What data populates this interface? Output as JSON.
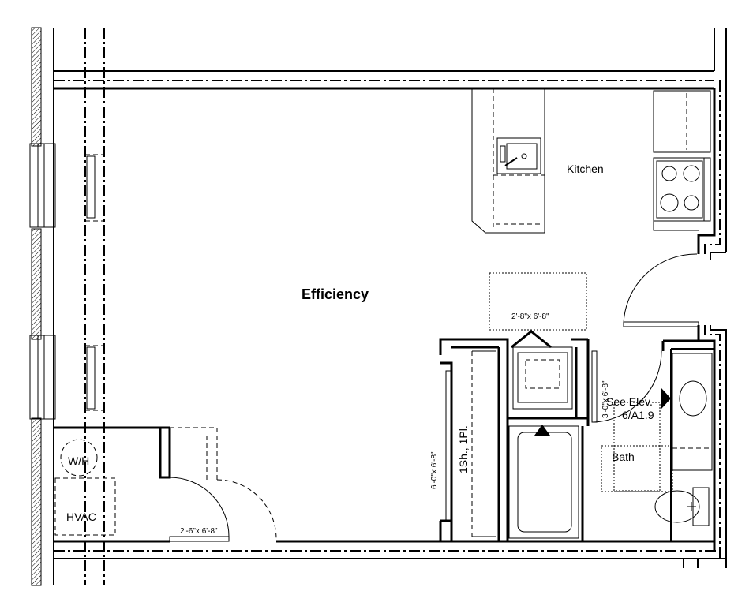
{
  "rooms": {
    "efficiency": "Efficiency",
    "kitchen": "Kitchen",
    "bath": "Bath"
  },
  "labels": {
    "water_heater": "W/H",
    "hvac": "HVAC",
    "see_elev_line1": "See Elev.",
    "see_elev_line2": "6/A1.9",
    "shelf": "1Sh., 1Pl."
  },
  "dimensions": {
    "closet_door": "2'-8\"x 6'-8\"",
    "entry_door": "2'-6\"x 6'-8\"",
    "bath_door": "3'-0\"x 6'-8\"",
    "closet_opening": "6'-0\"x 6'-8\""
  }
}
